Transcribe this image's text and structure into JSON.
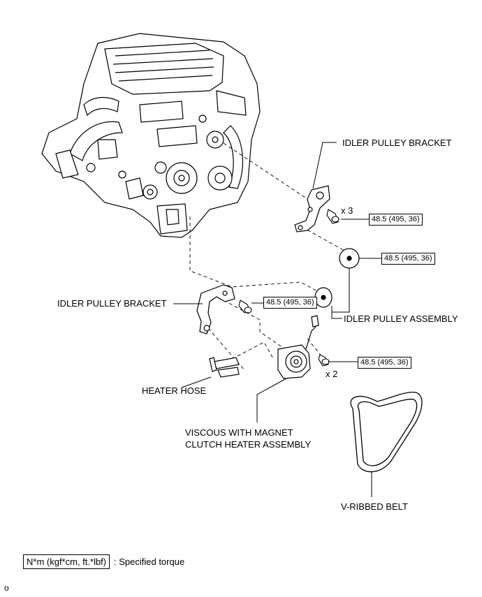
{
  "labels": {
    "idler_bracket_top": "IDLER PULLEY BRACKET",
    "idler_bracket_left": "IDLER PULLEY BRACKET",
    "idler_pulley_assembly": "IDLER PULLEY ASSEMBLY",
    "heater_hose": "HEATER HOSE",
    "viscous_line1": "VISCOUS WITH MAGNET",
    "viscous_line2": "CLUTCH HEATER ASSEMBLY",
    "v_ribbed_belt": "V-RIBBED BELT"
  },
  "torques": {
    "bracket_bolts": "48.5 (495, 36)",
    "pulley_top": "48.5 (495, 36)",
    "bracket_left_bolt": "48.5 (495, 36)",
    "heater_bolts": "48.5 (495, 36)"
  },
  "quantities": {
    "bracket_bolts": "x 3",
    "heater_bolts": "x 2"
  },
  "legend": {
    "unit": "N*m (kgf*cm, ft.*lbf)",
    "description": ": Specified torque"
  },
  "corner_mark": "o"
}
